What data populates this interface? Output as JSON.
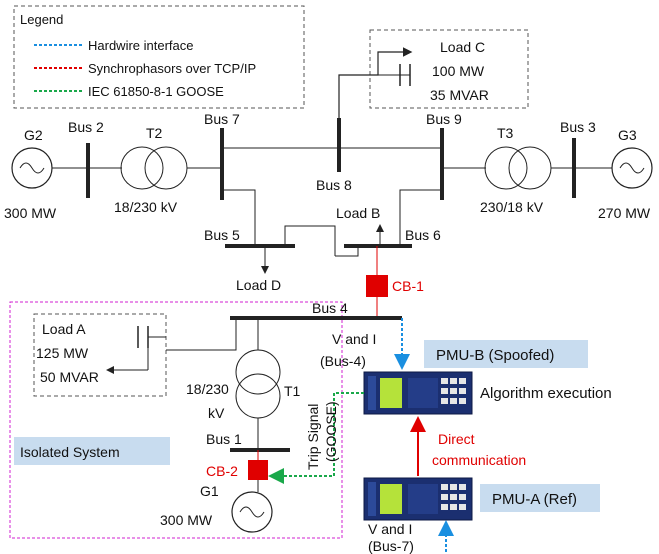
{
  "legend": {
    "title": "Legend",
    "items": [
      {
        "label": "Hardwire interface",
        "color": "#1a8fe0"
      },
      {
        "label": "Synchrophasors over TCP/IP",
        "color": "#e00000"
      },
      {
        "label": "IEC 61850-8-1 GOOSE",
        "color": "#1aa84a"
      }
    ]
  },
  "buses": {
    "bus1": "Bus 1",
    "bus2": "Bus 2",
    "bus3": "Bus 3",
    "bus4": "Bus 4",
    "bus5": "Bus 5",
    "bus6": "Bus 6",
    "bus7": "Bus 7",
    "bus8": "Bus 8",
    "bus9": "Bus 9"
  },
  "generators": {
    "g1": {
      "name": "G1",
      "rating": "300 MW"
    },
    "g2": {
      "name": "G2",
      "rating": "300 MW"
    },
    "g3": {
      "name": "G3",
      "rating": "270 MW"
    }
  },
  "transformers": {
    "t1": {
      "name": "T1",
      "ratio_line1": "18/230",
      "ratio_line2": "kV"
    },
    "t2": {
      "name": "T2",
      "ratio": "18/230 kV"
    },
    "t3": {
      "name": "T3",
      "ratio": "230/18 kV"
    }
  },
  "loads": {
    "a": {
      "name": "Load A",
      "mw": "125 MW",
      "mvar": "50 MVAR"
    },
    "b": {
      "name": "Load B"
    },
    "c": {
      "name": "Load C",
      "mw": "100 MW",
      "mvar": "35 MVAR"
    },
    "d": {
      "name": "Load D"
    }
  },
  "breakers": {
    "cb1": "CB-1",
    "cb2": "CB-2"
  },
  "measurements": {
    "bus4_line1": "V and I",
    "bus4_line2": "(Bus-4)",
    "bus7_line1": "V and I",
    "bus7_line2": "(Bus-7)"
  },
  "pmu_b": {
    "label": "PMU-B (Spoofed)",
    "caption": "Algorithm execution"
  },
  "pmu_a": {
    "label": "PMU-A (Ref)"
  },
  "direct_comm": {
    "line1": "Direct",
    "line2": "communication"
  },
  "trip": {
    "line1": "Trip Signal",
    "line2": "(GOOSE)"
  },
  "isolated": {
    "label": "Isolated System"
  }
}
